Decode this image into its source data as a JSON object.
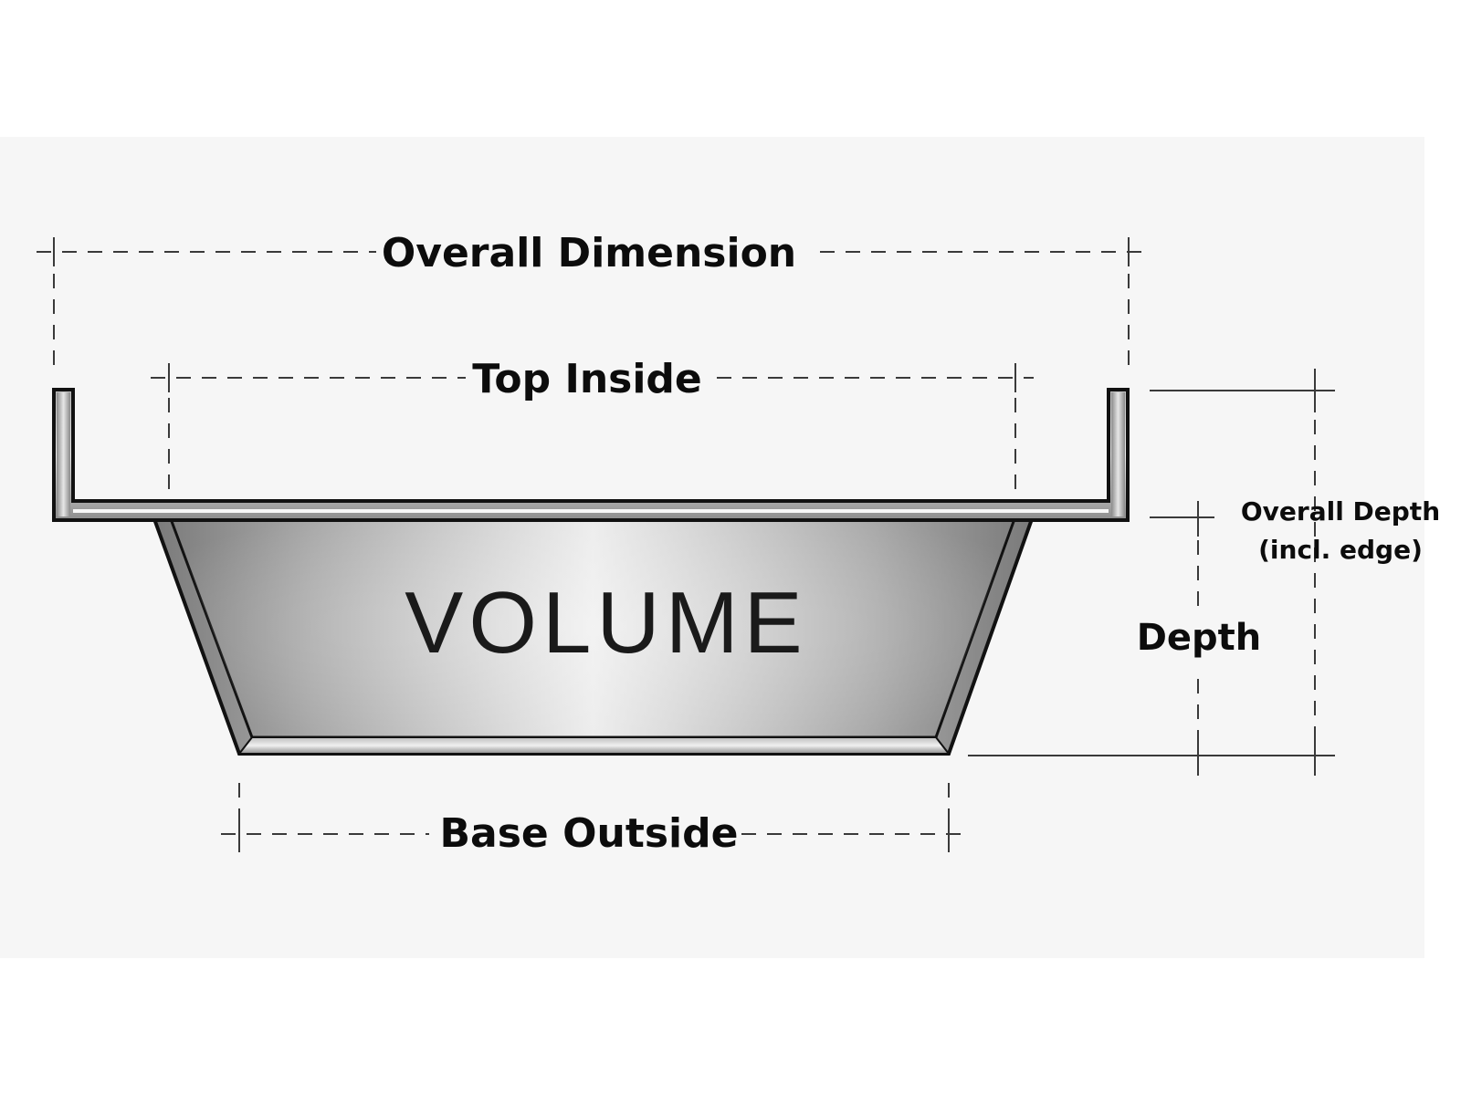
{
  "labels": {
    "overall_dimension": "Overall Dimension",
    "top_inside": "Top Inside",
    "overall_depth_line1": "Overall Depth",
    "overall_depth_line2": "(incl. edge)",
    "depth": "Depth",
    "base_outside": "Base Outside",
    "volume": "VOLUME"
  },
  "colors": {
    "text": "#0c0c0c",
    "outline": "#111111",
    "dimension_line": "#3a3a3a",
    "metal_light": "#ececec",
    "metal_dark": "#7d7d7d"
  }
}
